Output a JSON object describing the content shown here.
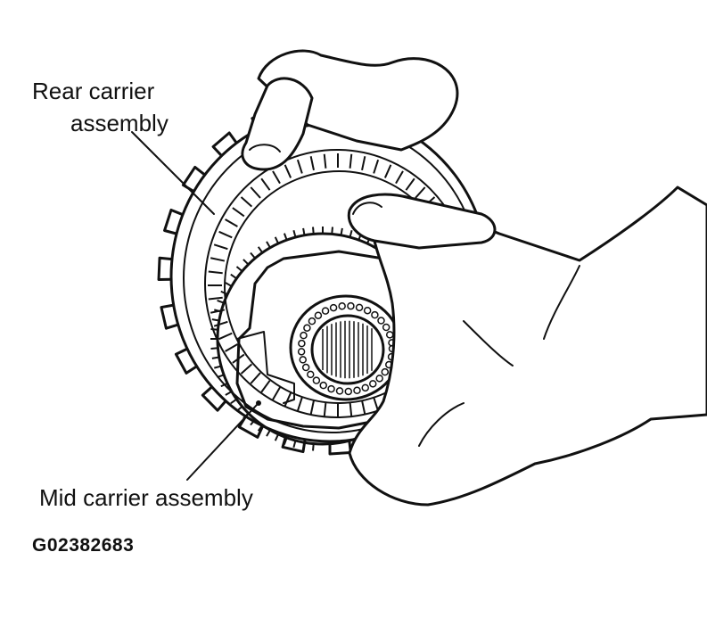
{
  "figure": {
    "labels": {
      "rear_carrier_line1": "Rear carrier",
      "rear_carrier_line2": "assembly",
      "mid_carrier": "Mid carrier assembly",
      "figure_code": "G02382683"
    },
    "colors": {
      "ink": "#111111",
      "paper": "#ffffff"
    }
  }
}
